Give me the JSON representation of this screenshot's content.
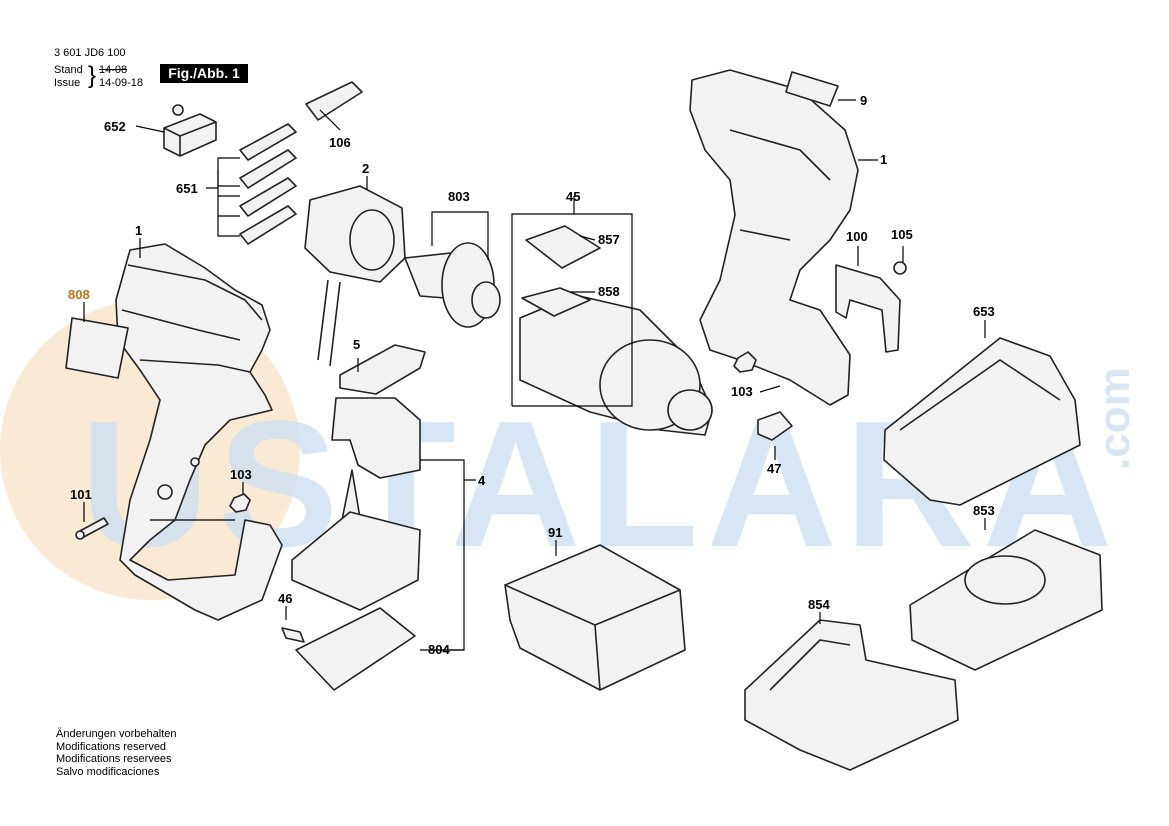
{
  "header": {
    "part_number": "3 601 JD6 100",
    "stand_label": "Stand",
    "stand_date": "14-08",
    "issue_label": "Issue",
    "issue_date": "14-09-18",
    "figure_label": "Fig./Abb. 1"
  },
  "callouts": {
    "c1_left": "1",
    "c808": "808",
    "c101": "101",
    "c103_left": "103",
    "c652": "652",
    "c651": "651",
    "c106": "106",
    "c2": "2",
    "c5": "5",
    "c803": "803",
    "c45": "45",
    "c857": "857",
    "c858": "858",
    "c4": "4",
    "c46": "46",
    "c804": "804",
    "c91": "91",
    "c9": "9",
    "c1_right": "1",
    "c100": "100",
    "c105": "105",
    "c103_right": "103",
    "c47": "47",
    "c653": "653",
    "c853": "853",
    "c854": "854"
  },
  "watermark": {
    "text": "USTALARA",
    "domain_text": ".com"
  },
  "footer": [
    "Änderungen vorbehalten",
    "Modifications reserved",
    "Modifications reservees",
    "Salvo modificaciones"
  ],
  "colors": {
    "line": "#000000",
    "part_outline": "#222222",
    "part_fill": "#f2f2f2",
    "watermark_blue": "#cfe0f2",
    "watermark_orange": "#f6e3c6",
    "figure_box": "#000000"
  }
}
